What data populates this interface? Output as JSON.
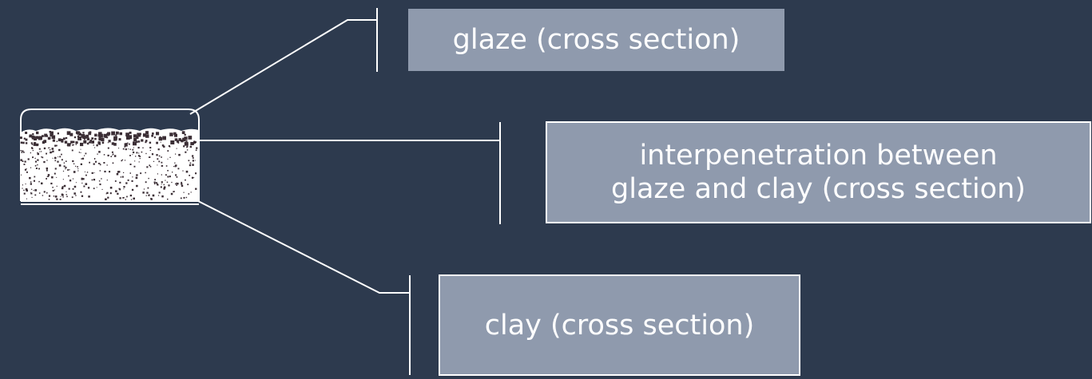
{
  "colors": {
    "background": "#2d3a4e",
    "label_fill": "#8f9aad",
    "line": "#ffffff",
    "speckle": "#3b2e35"
  },
  "labels": {
    "glaze": "glaze (cross section)",
    "interpenetration_line1": "interpenetration between",
    "interpenetration_line2": "glaze and clay (cross section)",
    "clay": "clay (cross section)"
  }
}
